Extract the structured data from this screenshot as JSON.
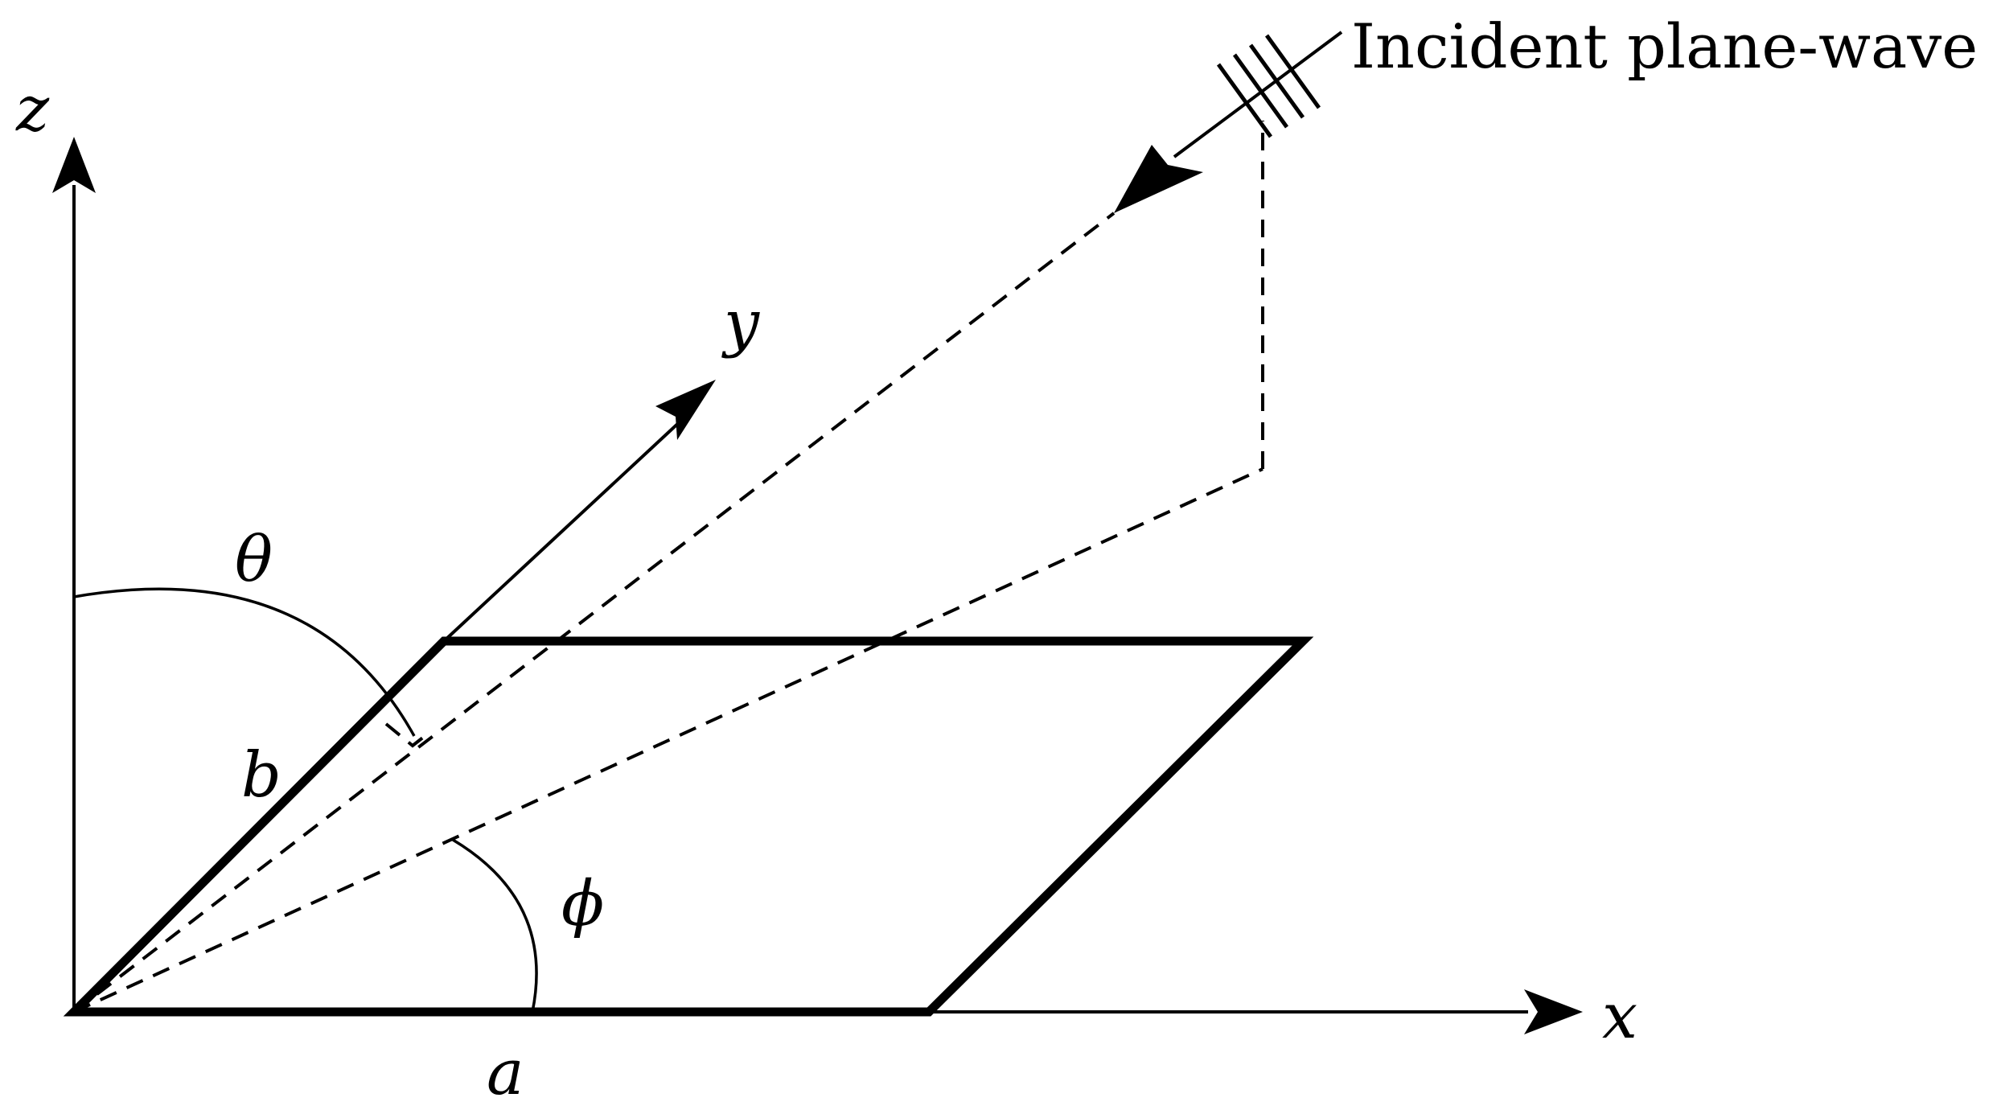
{
  "diagram": {
    "labels": {
      "z_axis": "z",
      "y_axis": "y",
      "x_axis": "x",
      "theta": "θ",
      "phi": "ϕ",
      "side_a": "a",
      "side_b": "b",
      "incident_wave": "Incident plane-wave"
    }
  }
}
